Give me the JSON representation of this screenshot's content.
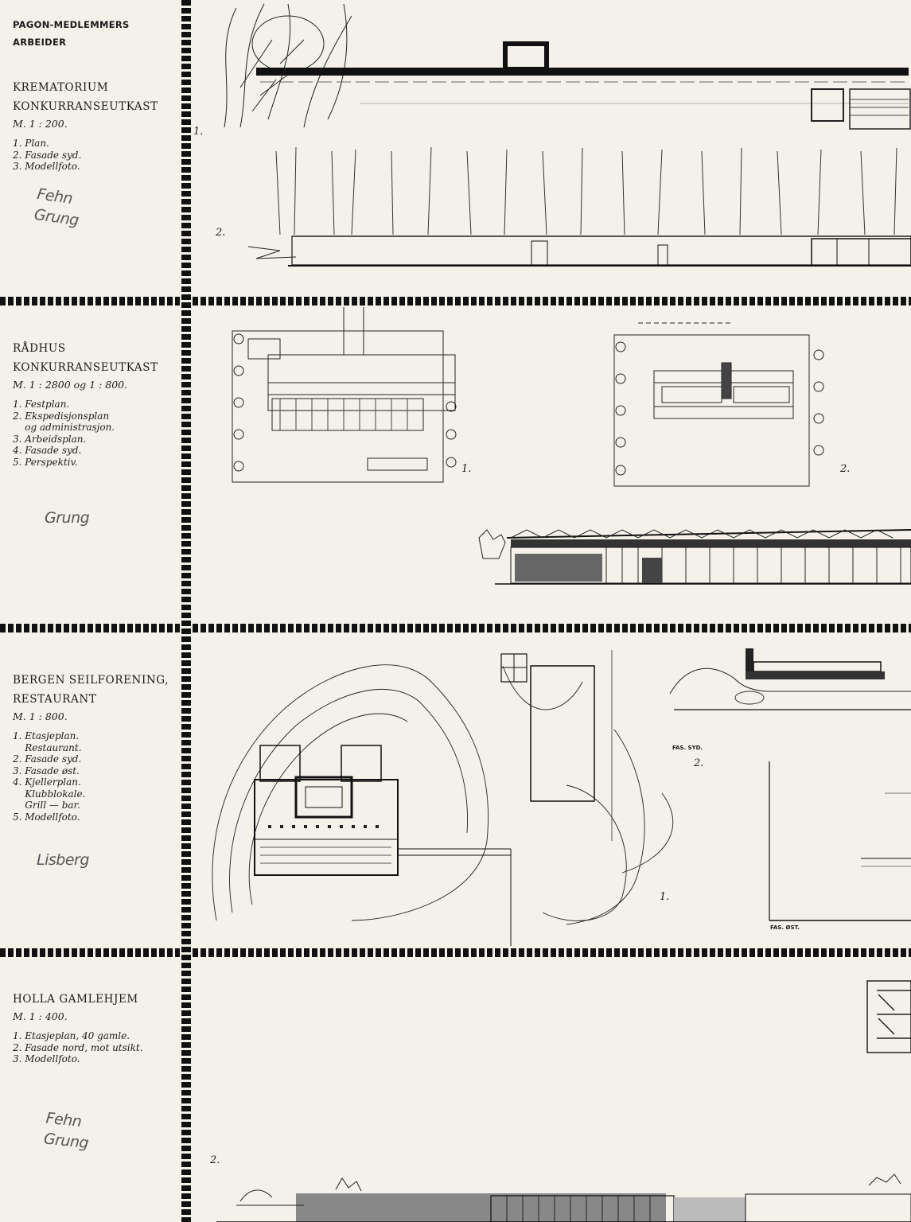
{
  "header": {
    "line1": "PAGON-MEDLEMMERS",
    "line2": "ARBEIDER"
  },
  "sections": [
    {
      "title_lines": [
        "KREMATORIUM",
        "KONKURRANSEUTKAST"
      ],
      "scale": "M. 1 : 200.",
      "items": [
        "1. Plan.",
        "2. Fasade syd.",
        "3. Modellfoto."
      ],
      "handwritten": "Fehn\nGrung",
      "figure_labels": [
        "1.",
        "2."
      ]
    },
    {
      "title_lines": [
        "RÅDHUS",
        "KONKURRANSEUTKAST"
      ],
      "scale": "M. 1 : 2800 og 1 : 800.",
      "items": [
        "1. Festplan.",
        "2. Ekspedisjonsplan",
        "    og administrasjon.",
        "3. Arbeidsplan.",
        "4. Fasade syd.",
        "5. Perspektiv."
      ],
      "handwritten": "Grung",
      "figure_labels": [
        "1.",
        "2."
      ]
    },
    {
      "title_lines": [
        "BERGEN SEILFORENING,",
        "RESTAURANT"
      ],
      "scale": "M. 1 : 800.",
      "items": [
        "1. Etasjeplan.",
        "    Restaurant.",
        "2. Fasade syd.",
        "3. Fasade øst.",
        "4. Kjellerplan.",
        "    Klubblokale.",
        "    Grill — bar.",
        "5. Modellfoto."
      ],
      "handwritten": "Lisberg",
      "figure_labels": [
        "1.",
        "2."
      ],
      "drawing_labels": [
        "FAS. SYD.",
        "FAS. ØST."
      ]
    },
    {
      "title_lines": [
        "HOLLA GAMLEHJEM"
      ],
      "scale": "M. 1 : 400.",
      "items": [
        "1. Etasjeplan, 40 gamle.",
        "2. Fasade nord, mot utsikt.",
        "3. Modellfoto."
      ],
      "handwritten": "Fehn\nGrung",
      "figure_labels": [
        "2."
      ]
    }
  ]
}
